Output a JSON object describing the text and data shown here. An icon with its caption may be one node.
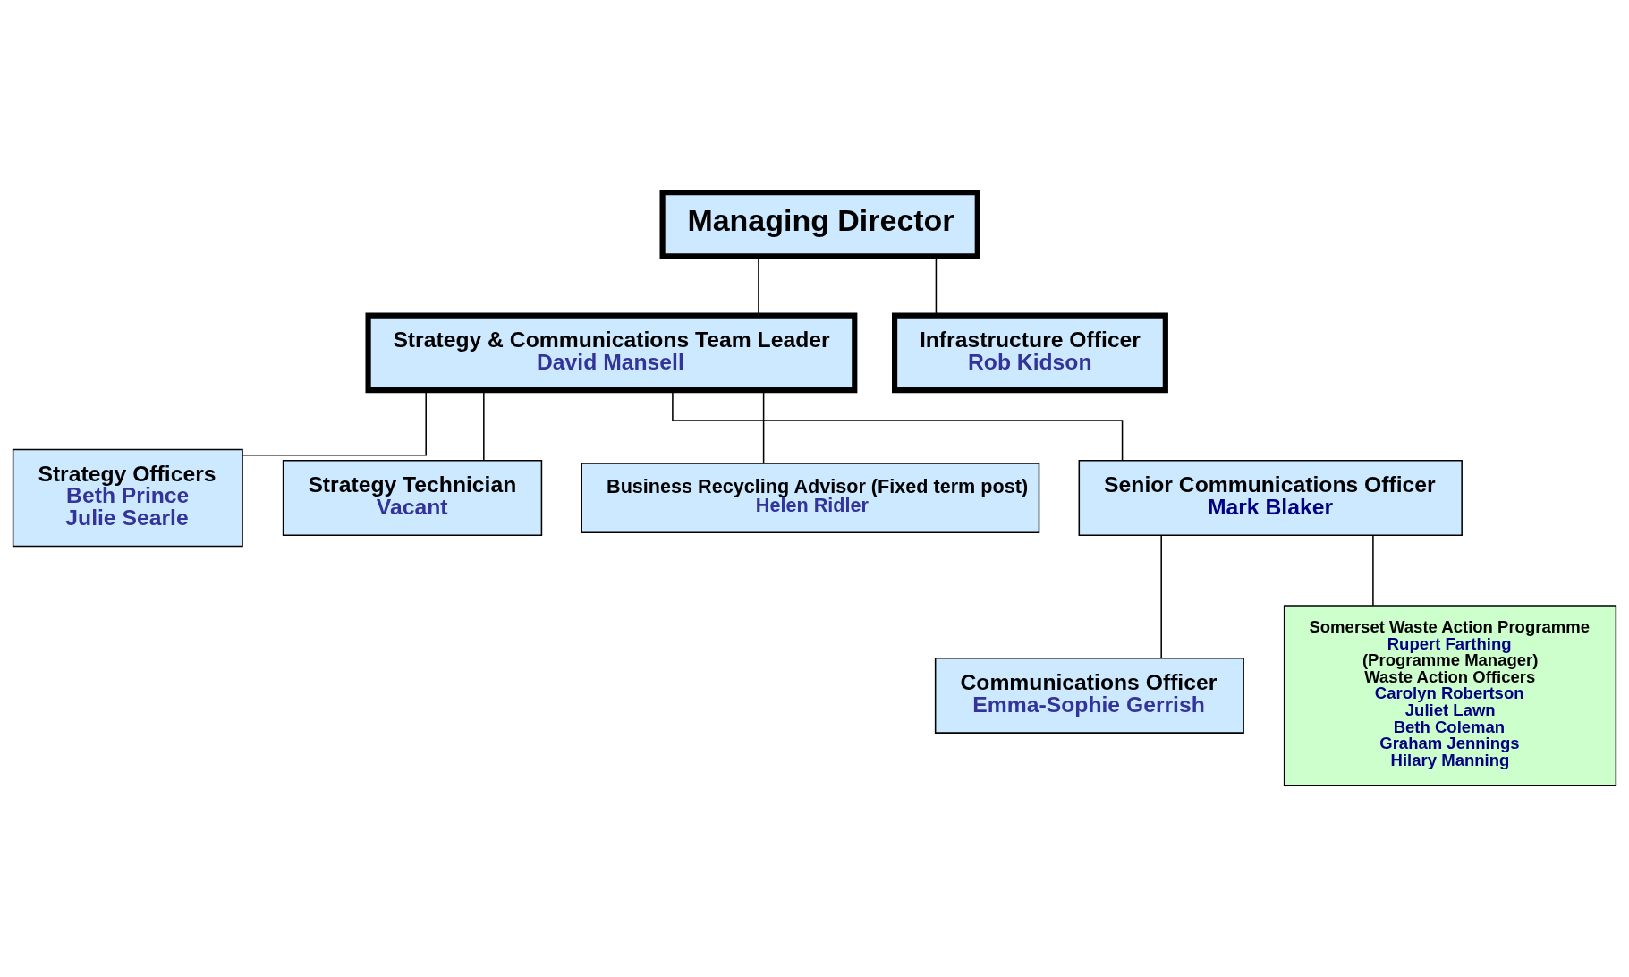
{
  "diagram": {
    "nodes": [
      {
        "text": [
          "Managing Director"
        ]
      },
      {
        "text": [
          "Strategy & Communications Team Leader",
          "David Mansell"
        ]
      },
      {
        "text": [
          "Infrastructure Officer",
          "Rob Kidson"
        ]
      },
      {
        "text": [
          "Strategy Officers",
          "Beth Prince",
          "Julie Searle"
        ]
      },
      {
        "text": [
          "Strategy Technician",
          "Vacant"
        ]
      },
      {
        "text": [
          "Business Recycling Advisor (Fixed term post)",
          "Helen Ridler"
        ]
      },
      {
        "text": [
          "Senior Communications Officer",
          "Mark Blaker"
        ]
      },
      {
        "text": [
          "Communications Officer",
          "Emma-Sophie Gerrish"
        ]
      },
      {
        "text": [
          "Somerset Waste Action Programme",
          "Rupert Farthing",
          "(Programme Manager)",
          "Waste Action Officers",
          "Carolyn Robertson",
          "Juliet Lawn",
          "Beth Coleman",
          "Graham Jennings",
          "Hilary Manning"
        ]
      }
    ],
    "edges": [
      {
        "from": 0,
        "to": 1,
        "arrow": "none"
      },
      {
        "from": 0,
        "to": 2,
        "arrow": "none"
      },
      {
        "from": 1,
        "to": 3,
        "arrow": "none"
      },
      {
        "from": 1,
        "to": 4,
        "arrow": "none"
      },
      {
        "from": 1,
        "to": 5,
        "arrow": "none"
      },
      {
        "from": 1,
        "to": 6,
        "arrow": "none"
      },
      {
        "from": 6,
        "to": 7,
        "arrow": "none"
      },
      {
        "from": 6,
        "to": 8,
        "arrow": "none"
      }
    ]
  }
}
